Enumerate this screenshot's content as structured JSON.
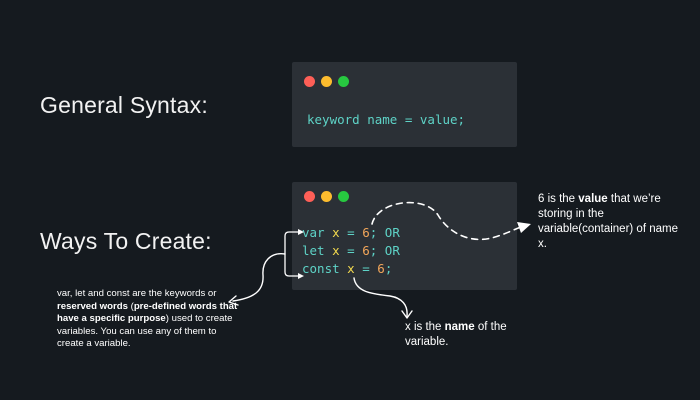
{
  "headings": {
    "general": "General Syntax:",
    "ways": "Ways To Create:"
  },
  "syntax_window": {
    "code": {
      "kw": "keyword",
      "rest": " name = value;"
    }
  },
  "ways_window": {
    "lines": [
      {
        "kw": "var",
        "name": "x",
        "eq": " = ",
        "val": "6",
        "tail": "; OR"
      },
      {
        "kw": "let",
        "name": "x",
        "eq": " = ",
        "val": "6",
        "tail": "; OR"
      },
      {
        "kw": "const",
        "name": "x",
        "eq": " = ",
        "val": "6",
        "tail": ";"
      }
    ]
  },
  "notes": {
    "value": {
      "p1": "6 is the ",
      "b1": "value",
      "p2": " that we’re storing in the variable(container) of name x."
    },
    "name": {
      "p1": "x is the ",
      "b1": "name",
      "p2": " of the variable."
    },
    "keywords": {
      "p1": "var, let and const are the keywords or ",
      "b1": "reserved words",
      "p2": " (",
      "b2": "pre-defined words that have a specific purpose",
      "p3": ") used to create variables. You can use any of them to create a variable."
    }
  },
  "colors": {
    "background": "#151a1f",
    "window": "#2b3036",
    "keyword": "#5ed3c7",
    "identifier": "#f2d94e",
    "number": "#f2a65a",
    "dot_red": "#fe5f57",
    "dot_yellow": "#fdbc2e",
    "dot_green": "#27c840"
  }
}
